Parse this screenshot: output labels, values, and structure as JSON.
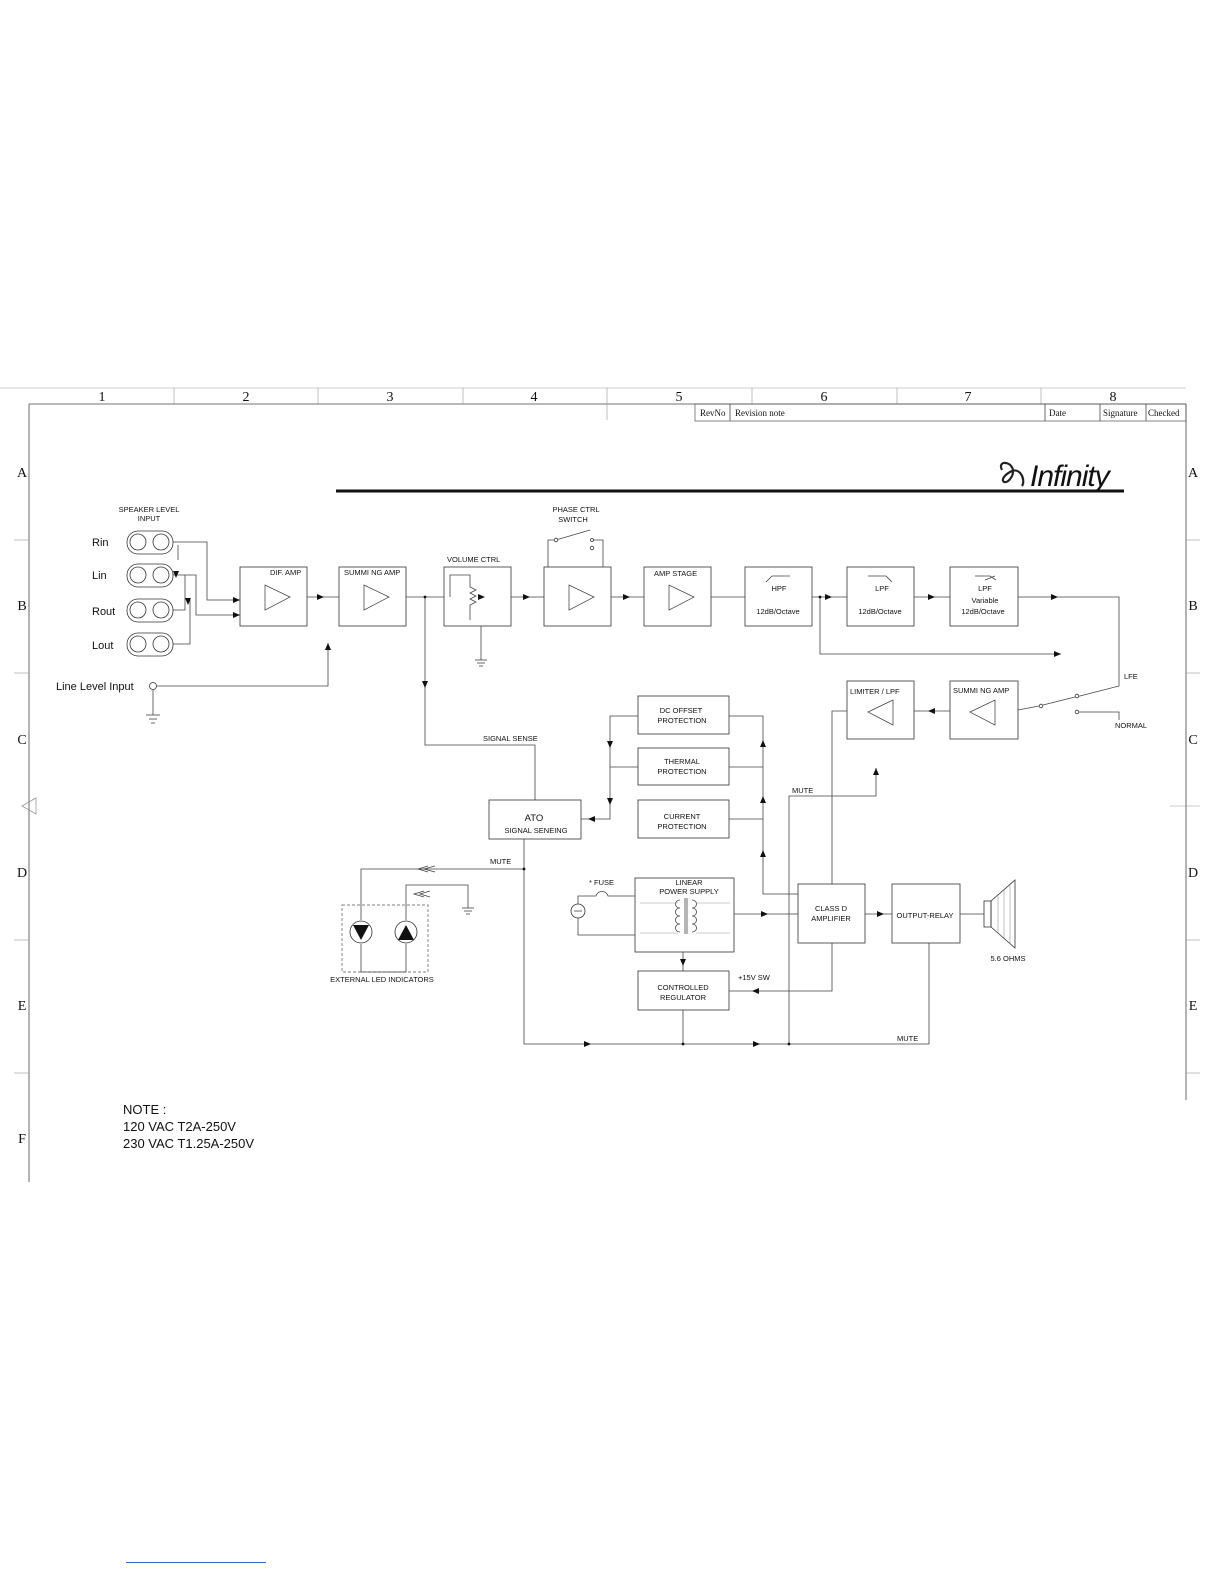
{
  "frame": {
    "columns": [
      "1",
      "2",
      "3",
      "4",
      "5",
      "6",
      "7",
      "8"
    ],
    "rows": [
      "A",
      "B",
      "C",
      "D",
      "E",
      "F"
    ]
  },
  "revision_table": {
    "rev_no": "RevNo",
    "revision_note": "Revision note",
    "date": "Date",
    "signature": "Signature",
    "checked": "Checked"
  },
  "logo": {
    "text": "Infinity"
  },
  "inputs": {
    "speaker_level_title": [
      "SPEAKER LEVEL",
      "INPUT"
    ],
    "rin": "Rin",
    "lin": "Lin",
    "rout": "Rout",
    "lout": "Lout",
    "line_level": "Line Level Input"
  },
  "blocks": {
    "dif_amp": "DIF. AMP",
    "summing_amp_1": "SUMMI NG AMP",
    "volume_ctrl": "VOLUME CTRL",
    "phase_ctrl": [
      "PHASE CTRL",
      "SWITCH"
    ],
    "amp_stage": "AMP   STAGE",
    "hpf": "HPF",
    "hpf_slope": "12dB/Octave",
    "lpf": "LPF",
    "lpf_slope": "12dB/Octave",
    "lpf_var": "LPF",
    "lpf_var_2": "Variable",
    "lpf_var_slope": "12dB/Octave",
    "lfe": "LFE",
    "normal": "NORMAL",
    "summing_amp_2": "SUMMI NG AMP",
    "limiter_lpf": "LIMITER  /  LPF",
    "signal_sense": "SIGNAL SENSE",
    "dc_offset": [
      "DC OFFSET",
      "PROTECTION"
    ],
    "thermal": [
      "THERMAL",
      "PROTECTION"
    ],
    "current": [
      "CURRENT",
      "PROTECTION"
    ],
    "ato": "ATO",
    "ato_sub": "SIGNAL SENEING",
    "mute_1": "MUTE",
    "mute_2": "MUTE",
    "mute_3": "MUTE",
    "fuse": "* FUSE",
    "linear_psu": [
      "LINEAR",
      "POWER SUPPLY"
    ],
    "class_d": [
      "CLASS  D",
      "AMPLIFIER"
    ],
    "output_relay": "OUTPUT-RELAY",
    "ohms": "5.6 OHMS",
    "regulator": [
      "CONTROLLED",
      "REGULATOR"
    ],
    "sw15": "+15V SW",
    "led_indicators": "EXTERNAL LED INDICATORS"
  },
  "note": {
    "title": "NOTE :",
    "line1": "120 VAC T2A-250V",
    "line2": "230 VAC T1.25A-250V"
  }
}
